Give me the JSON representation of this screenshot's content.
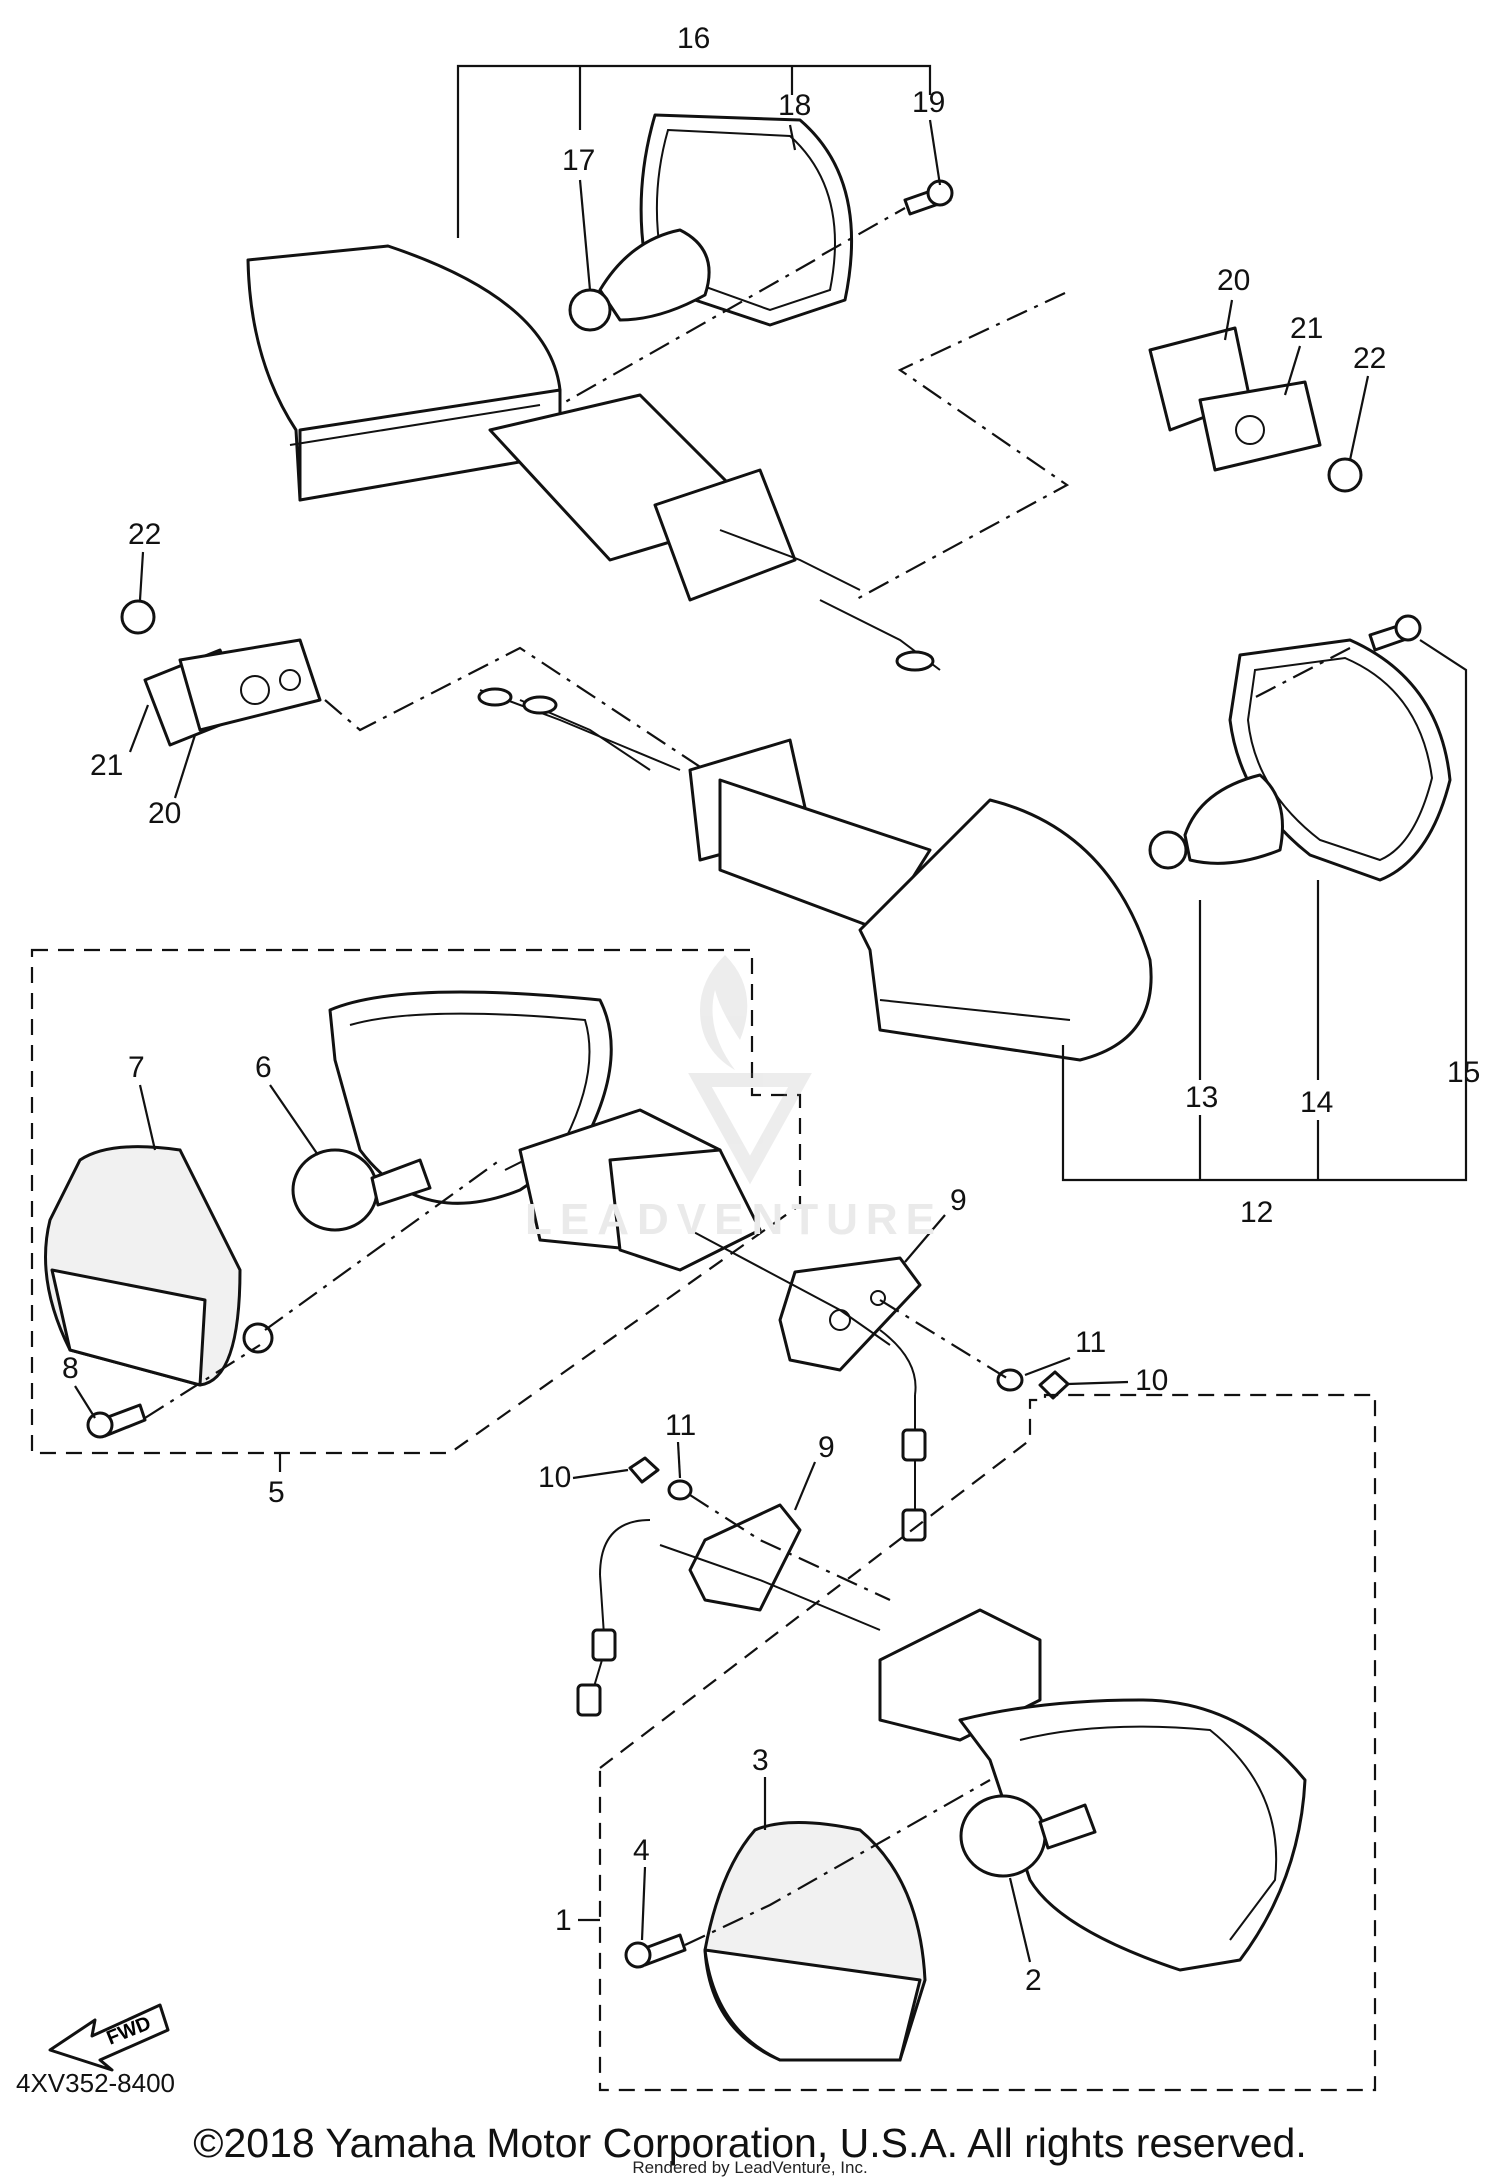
{
  "diagram": {
    "callouts": [
      {
        "id": "c1",
        "text": "1"
      },
      {
        "id": "c2",
        "text": "2"
      },
      {
        "id": "c3",
        "text": "3"
      },
      {
        "id": "c4",
        "text": "4"
      },
      {
        "id": "c5",
        "text": "5"
      },
      {
        "id": "c6",
        "text": "6"
      },
      {
        "id": "c7",
        "text": "7"
      },
      {
        "id": "c8",
        "text": "8"
      },
      {
        "id": "c9a",
        "text": "9"
      },
      {
        "id": "c9b",
        "text": "9"
      },
      {
        "id": "c10a",
        "text": "10"
      },
      {
        "id": "c10b",
        "text": "10"
      },
      {
        "id": "c11a",
        "text": "11"
      },
      {
        "id": "c11b",
        "text": "11"
      },
      {
        "id": "c12",
        "text": "12"
      },
      {
        "id": "c13",
        "text": "13"
      },
      {
        "id": "c14",
        "text": "14"
      },
      {
        "id": "c15",
        "text": "15"
      },
      {
        "id": "c16",
        "text": "16"
      },
      {
        "id": "c17",
        "text": "17"
      },
      {
        "id": "c18",
        "text": "18"
      },
      {
        "id": "c19",
        "text": "19"
      },
      {
        "id": "c20a",
        "text": "20"
      },
      {
        "id": "c20b",
        "text": "20"
      },
      {
        "id": "c21a",
        "text": "21"
      },
      {
        "id": "c21b",
        "text": "21"
      },
      {
        "id": "c22a",
        "text": "22"
      },
      {
        "id": "c22b",
        "text": "22"
      }
    ],
    "fwd_label": "FWD",
    "diagram_code": "4XV352-8400",
    "watermark": "LEADVENTURE"
  },
  "footer": {
    "copyright": "©2018 Yamaha Motor Corporation, U.S.A. All rights reserved.",
    "rendered_by": "Rendered by LeadVenture, Inc."
  }
}
